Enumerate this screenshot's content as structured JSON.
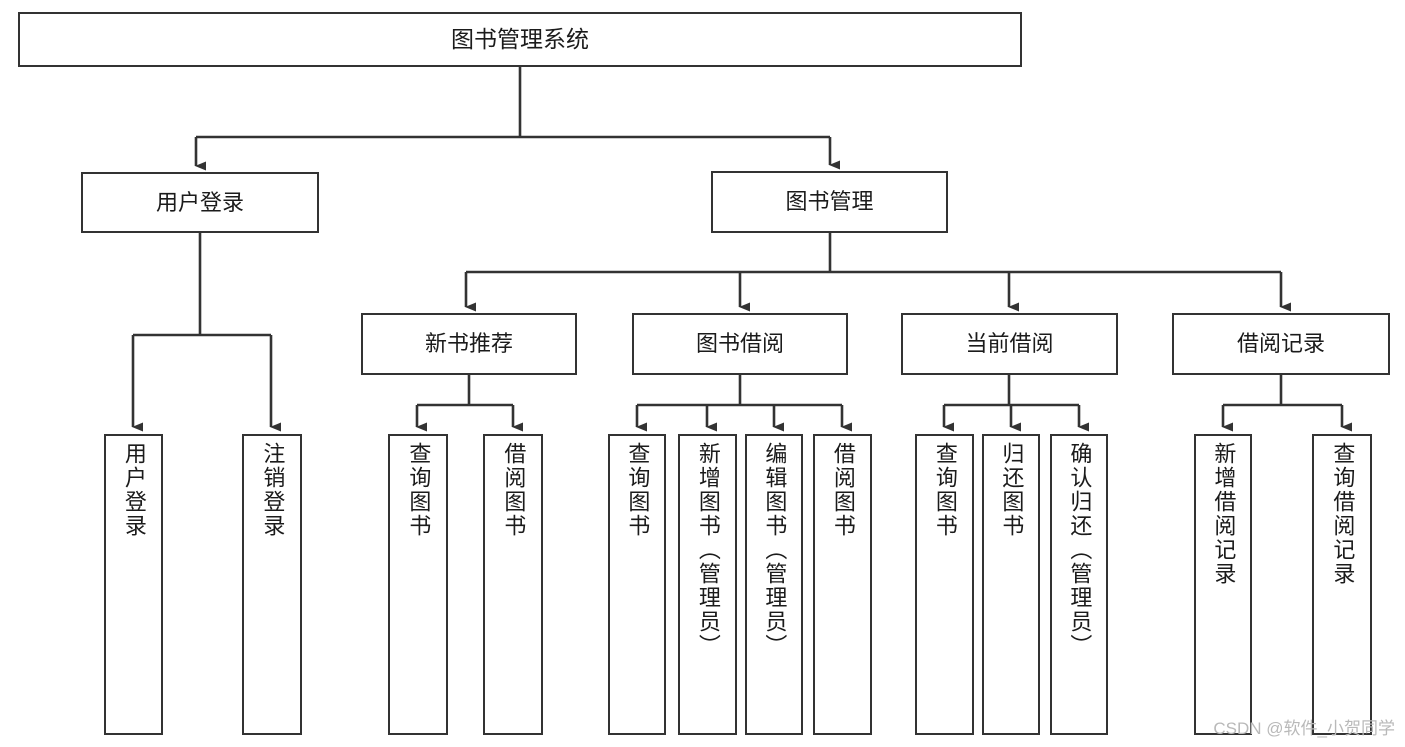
{
  "diagram": {
    "title_node": "图书管理系统",
    "watermark": "CSDN @软件_小贺同学",
    "line_color": "#333333",
    "box_border_color": "#333333",
    "box_fill_color": "#ffffff",
    "text_color": "#1b1b1b",
    "orientation": "top-down",
    "level2": [
      {
        "label": "用户登录"
      },
      {
        "label": "图书管理"
      }
    ],
    "level3": [
      {
        "label": "新书推荐"
      },
      {
        "label": "图书借阅"
      },
      {
        "label": "当前借阅"
      },
      {
        "label": "借阅记录"
      }
    ],
    "leaves": {
      "user_login": [
        {
          "label": "用户登录"
        },
        {
          "label": "注销登录"
        }
      ],
      "new_book_recommend": [
        {
          "label": "查询图书"
        },
        {
          "label": "借阅图书"
        }
      ],
      "book_borrow": [
        {
          "label": "查询图书"
        },
        {
          "label": "新增图书（管理员）"
        },
        {
          "label": "编辑图书（管理员）"
        },
        {
          "label": "借阅图书"
        }
      ],
      "current_borrow": [
        {
          "label": "查询图书"
        },
        {
          "label": "归还图书"
        },
        {
          "label": "确认归还（管理员）"
        }
      ],
      "borrow_record": [
        {
          "label": "新增借阅记录"
        },
        {
          "label": "查询借阅记录"
        }
      ]
    }
  },
  "chart_data": {
    "type": "tree",
    "title": "图书管理系统",
    "root": "图书管理系统",
    "nodes": [
      {
        "id": "root",
        "label": "图书管理系统",
        "level": 1,
        "parent": null
      },
      {
        "id": "user-login",
        "label": "用户登录",
        "level": 2,
        "parent": "root"
      },
      {
        "id": "book-manage",
        "label": "图书管理",
        "level": 2,
        "parent": "root"
      },
      {
        "id": "new-book",
        "label": "新书推荐",
        "level": 3,
        "parent": "book-manage"
      },
      {
        "id": "book-borrow",
        "label": "图书借阅",
        "level": 3,
        "parent": "book-manage"
      },
      {
        "id": "current-borrow",
        "label": "当前借阅",
        "level": 3,
        "parent": "book-manage"
      },
      {
        "id": "borrow-record",
        "label": "借阅记录",
        "level": 3,
        "parent": "book-manage"
      },
      {
        "id": "l-user-login",
        "label": "用户登录",
        "level": 4,
        "parent": "user-login"
      },
      {
        "id": "l-logout",
        "label": "注销登录",
        "level": 4,
        "parent": "user-login"
      },
      {
        "id": "l-nb-query",
        "label": "查询图书",
        "level": 4,
        "parent": "new-book"
      },
      {
        "id": "l-nb-borrow",
        "label": "借阅图书",
        "level": 4,
        "parent": "new-book"
      },
      {
        "id": "l-bb-query",
        "label": "查询图书",
        "level": 4,
        "parent": "book-borrow"
      },
      {
        "id": "l-bb-add",
        "label": "新增图书（管理员）",
        "level": 4,
        "parent": "book-borrow"
      },
      {
        "id": "l-bb-edit",
        "label": "编辑图书（管理员）",
        "level": 4,
        "parent": "book-borrow"
      },
      {
        "id": "l-bb-borrow",
        "label": "借阅图书",
        "level": 4,
        "parent": "book-borrow"
      },
      {
        "id": "l-cb-query",
        "label": "查询图书",
        "level": 4,
        "parent": "current-borrow"
      },
      {
        "id": "l-cb-return",
        "label": "归还图书",
        "level": 4,
        "parent": "current-borrow"
      },
      {
        "id": "l-cb-confirm",
        "label": "确认归还（管理员）",
        "level": 4,
        "parent": "current-borrow"
      },
      {
        "id": "l-br-add",
        "label": "新增借阅记录",
        "level": 4,
        "parent": "borrow-record"
      },
      {
        "id": "l-br-query",
        "label": "查询借阅记录",
        "level": 4,
        "parent": "borrow-record"
      }
    ],
    "edges": [
      {
        "from": "root",
        "to": "user-login"
      },
      {
        "from": "root",
        "to": "book-manage"
      },
      {
        "from": "book-manage",
        "to": "new-book"
      },
      {
        "from": "book-manage",
        "to": "book-borrow"
      },
      {
        "from": "book-manage",
        "to": "current-borrow"
      },
      {
        "from": "book-manage",
        "to": "borrow-record"
      },
      {
        "from": "user-login",
        "to": "l-user-login"
      },
      {
        "from": "user-login",
        "to": "l-logout"
      },
      {
        "from": "new-book",
        "to": "l-nb-query"
      },
      {
        "from": "new-book",
        "to": "l-nb-borrow"
      },
      {
        "from": "book-borrow",
        "to": "l-bb-query"
      },
      {
        "from": "book-borrow",
        "to": "l-bb-add"
      },
      {
        "from": "book-borrow",
        "to": "l-bb-edit"
      },
      {
        "from": "book-borrow",
        "to": "l-bb-borrow"
      },
      {
        "from": "current-borrow",
        "to": "l-cb-query"
      },
      {
        "from": "current-borrow",
        "to": "l-cb-return"
      },
      {
        "from": "current-borrow",
        "to": "l-cb-confirm"
      },
      {
        "from": "borrow-record",
        "to": "l-br-add"
      },
      {
        "from": "borrow-record",
        "to": "l-br-query"
      }
    ]
  }
}
